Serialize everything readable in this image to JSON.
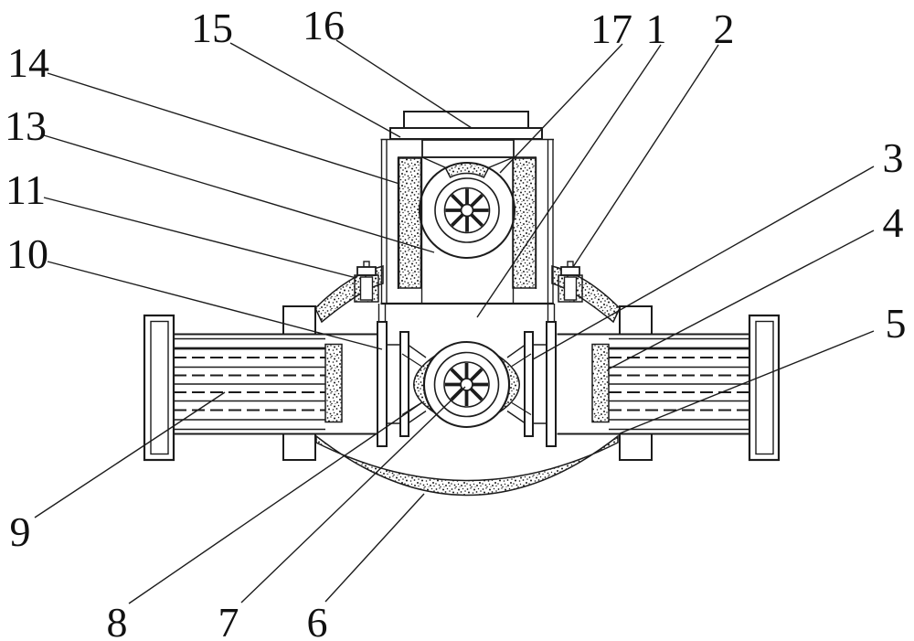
{
  "figure": {
    "background": "#ffffff",
    "line_color": "#1c1c1c",
    "text_color": "#111111"
  },
  "labels": {
    "l1": "1",
    "l2": "2",
    "l3": "3",
    "l4": "4",
    "l5": "5",
    "l6": "6",
    "l7": "7",
    "l8": "8",
    "l9": "9",
    "l10": "10",
    "l11": "11",
    "l13": "13",
    "l14": "14",
    "l15": "15",
    "l16": "16",
    "l17": "17"
  }
}
